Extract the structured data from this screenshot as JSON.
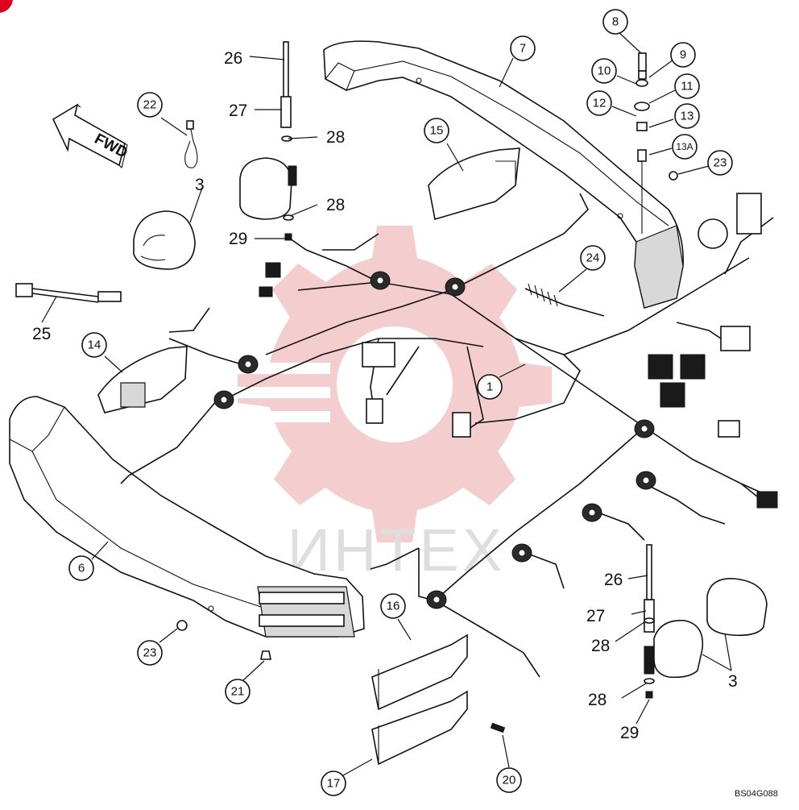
{
  "diagram": {
    "figure_code": "BS04G088",
    "watermark_text": "ИНТЕХ",
    "direction_label": "FWD",
    "callouts": [
      "1",
      "3",
      "6",
      "7",
      "8",
      "9",
      "10",
      "11",
      "12",
      "13",
      "13A",
      "14",
      "15",
      "16",
      "17",
      "20",
      "21",
      "22",
      "23",
      "24",
      "25",
      "26",
      "27",
      "28",
      "29"
    ],
    "colors": {
      "watermark": "#e06a6a",
      "ink": "#111111",
      "badge": "#e0001b"
    }
  }
}
